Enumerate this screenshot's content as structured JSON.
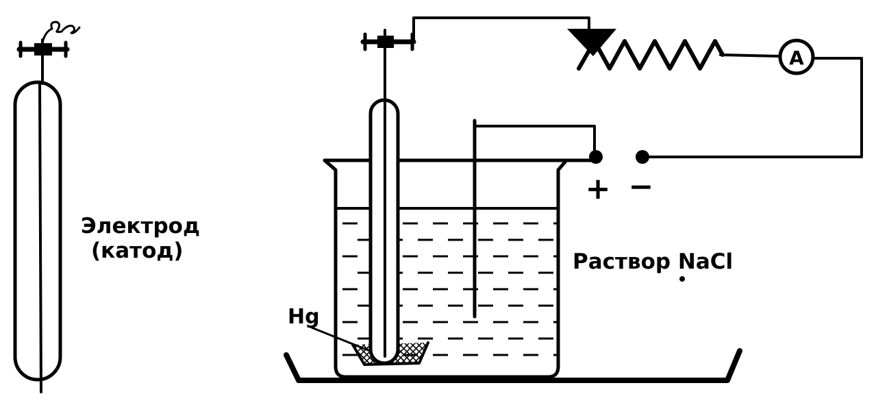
{
  "labels": {
    "electrode_line1": "Электрод",
    "electrode_line2": "(катод)",
    "solution": "Раствор NaCl",
    "mercury": "Hg",
    "plus": "+",
    "minus": "−",
    "ammeter": "A"
  },
  "colors": {
    "ink": "#000000",
    "background": "#ffffff"
  }
}
